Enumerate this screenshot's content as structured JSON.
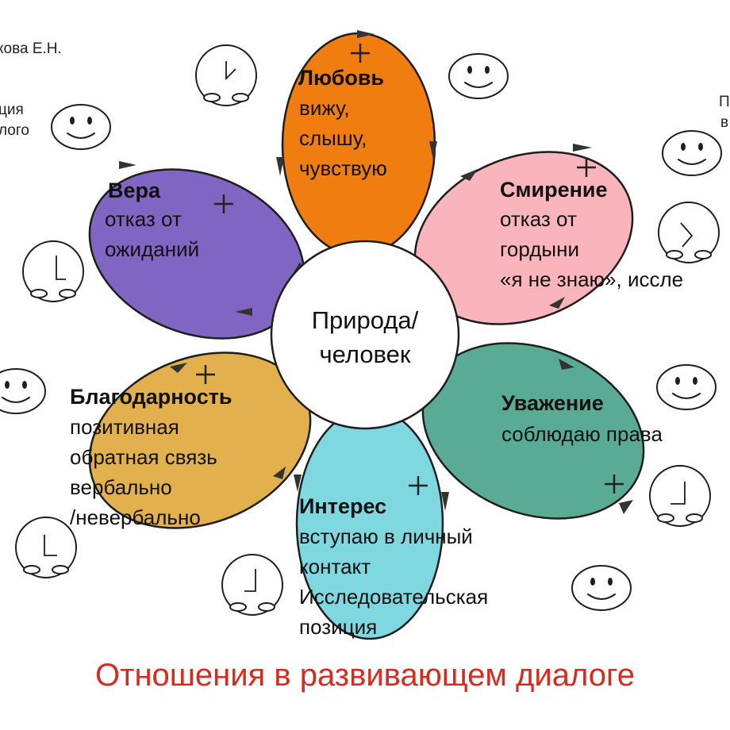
{
  "colors": {
    "love": "#ef7d0f",
    "humility": "#f9b4bc",
    "respect": "#5aab95",
    "interest": "#7fd7df",
    "gratitude": "#e2b04c",
    "faith": "#8065c3",
    "title": "#d62b1f"
  },
  "edge_texts": {
    "author": "кова Е.Н.",
    "left_line1": "ция",
    "left_line2": "лого",
    "right_line1": "П",
    "right_line2": "в"
  },
  "center": {
    "line1": "Природа/",
    "line2": "человек"
  },
  "petals": {
    "love": {
      "title": "Любовь",
      "lines": [
        "вижу,",
        "слышу,",
        "чувствую"
      ]
    },
    "humility": {
      "title": "Смирение",
      "lines": [
        "отказ от",
        "гордыни",
        "«я не знаю», иссле"
      ]
    },
    "respect": {
      "title": "Уважение",
      "lines": [
        "соблюдаю права"
      ]
    },
    "interest": {
      "title": "Интерес",
      "lines": [
        "вступаю в личный",
        "контакт",
        "Исследовательская",
        "позиция"
      ]
    },
    "gratitude": {
      "title": "Благодарность",
      "lines": [
        "позитивная",
        "обратная связь",
        "вербально",
        "/невербально"
      ]
    },
    "faith": {
      "title": "Вера",
      "lines": [
        "отказ от",
        "ожиданий"
      ]
    }
  },
  "footer": {
    "title": "Отношения в развивающем диалоге"
  },
  "icons": {
    "plus": "plus-icon",
    "smiley": "smiley-icon",
    "alarm_clock": "alarm-clock-icon",
    "arrow": "arrow-icon"
  }
}
